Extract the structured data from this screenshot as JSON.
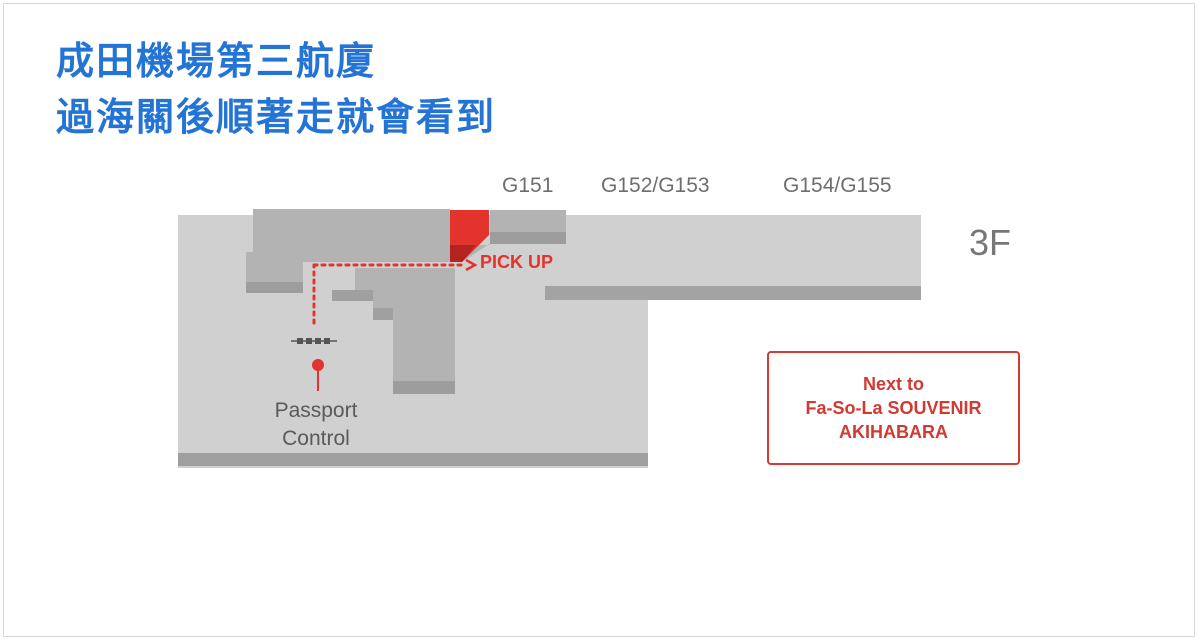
{
  "caption": {
    "line1": "成田機場第三航廈",
    "line2": "過海關後順著走就會看到"
  },
  "gates": [
    "G151",
    "G152/G153",
    "G154/G155"
  ],
  "floor_label": "3F",
  "pickup_label": "PICK UP",
  "passport_control": {
    "line1": "Passport",
    "line2": "Control"
  },
  "note": {
    "line1": "Next to",
    "line2": "Fa-So-La SOUVENIR",
    "line3": "AKIHABARA"
  },
  "colors": {
    "caption_text": "#2474d6",
    "floor_light": "#cfcfcf",
    "wall_dark": "#9e9e9e",
    "accent_red": "#e2332d"
  },
  "icons": [
    "pickup-arrow-icon",
    "passport-pin-icon",
    "gate-barrier-icon"
  ]
}
